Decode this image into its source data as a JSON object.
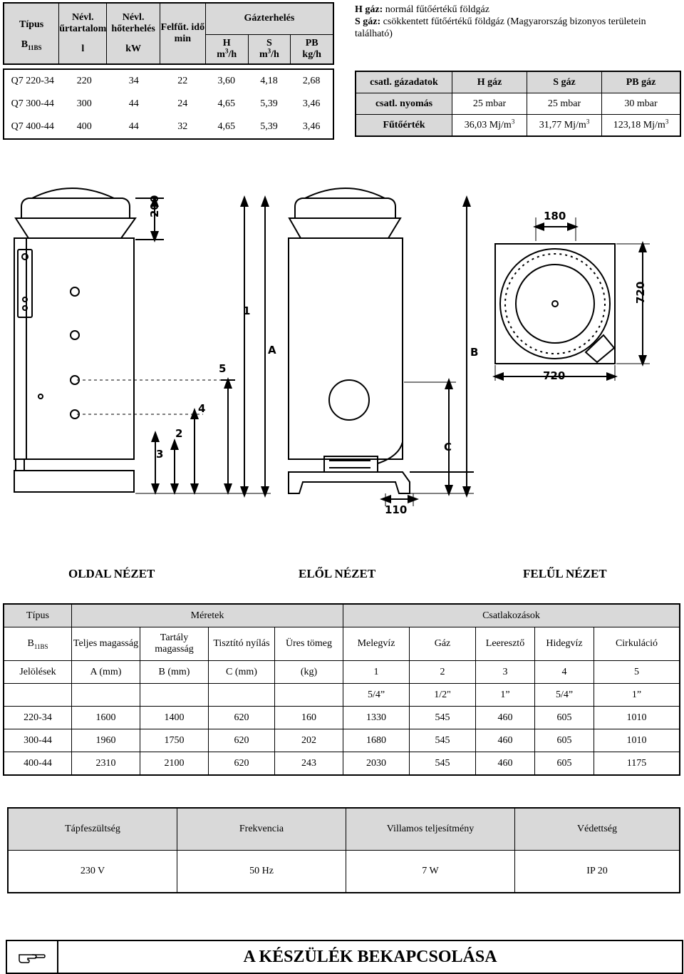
{
  "boiler_table": {
    "headers": {
      "type": "Típus",
      "type_sub_main": "B",
      "type_sub_index": "11BS",
      "volume_top": "Névl.",
      "volume_mid": "űrtartalom",
      "volume_unit": "l",
      "heat_top": "Névl.",
      "heat_mid": "hőterhelés",
      "heat_unit": "kW",
      "heatup": "Felfűt. idő",
      "heatup_unit": "min",
      "gas_load": "Gázterhelés",
      "h_col": "H",
      "h_unit": "m",
      "h_unit_tail": "/h",
      "s_col": "S",
      "s_unit": "m",
      "s_unit_tail": "/h",
      "pb_col": "PB",
      "pb_unit": "kg/h",
      "cube": "3"
    },
    "rows": [
      {
        "type": "Q7 220-34",
        "volume": "220",
        "heat": "34",
        "time": "22",
        "h": "3,60",
        "s": "4,18",
        "pb": "2,68"
      },
      {
        "type": "Q7 300-44",
        "volume": "300",
        "heat": "44",
        "time": "24",
        "h": "4,65",
        "s": "5,39",
        "pb": "3,46"
      },
      {
        "type": "Q7 400-44",
        "volume": "400",
        "heat": "44",
        "time": "32",
        "h": "4,65",
        "s": "5,39",
        "pb": "3,46"
      }
    ]
  },
  "gas_description": {
    "h_label": "H gáz:",
    "h_text": "normál fűtőértékű földgáz",
    "s_label": "S gáz:",
    "s_text": "csökkentett fűtőértékű földgáz (Magyarország bizonyos területein található)"
  },
  "gas_table": {
    "header": [
      "csatl. gázadatok",
      "H gáz",
      "S gáz",
      "PB gáz"
    ],
    "pressure_label": "csatl. nyomás",
    "pressure": [
      "25 mbar",
      "25 mbar",
      "30 mbar"
    ],
    "heating_label": "Fűtőérték",
    "heating": [
      "36,03 Mj/m",
      "31,77 Mj/m",
      "123,18 Mj/m"
    ],
    "cube": "3"
  },
  "drawing": {
    "dims": {
      "d200": "200",
      "d180": "180",
      "d720_side": "720",
      "d720_bottom": "720",
      "d110": "110",
      "n1": "1",
      "n2": "2",
      "n3": "3",
      "n4": "4",
      "n5": "5",
      "lA": "A",
      "lB": "B",
      "lC": "C"
    },
    "views": {
      "side": "OLDAL NÉZET",
      "front": "ELŐL NÉZET",
      "top": "FELŰL NÉZET"
    }
  },
  "dimension_table": {
    "type": "Típus",
    "dimensions": "Méretek",
    "connections": "Csatlakozások",
    "type_sub_main": "B",
    "type_sub_index": "11BS",
    "col_full_height": "Teljes magasság",
    "col_tank_height": "Tartály magasság",
    "col_clean": "Tisztító nyílás",
    "col_weight": "Üres tömeg",
    "col_hot": "Melegvíz",
    "col_gas": "Gáz",
    "col_drain": "Leeresztő",
    "col_cold": "Hidegvíz",
    "col_circ": "Cirkuláció",
    "marks_label": "Jelölések",
    "marks": [
      "A (mm)",
      "B (mm)",
      "C (mm)",
      "(kg)",
      "1",
      "2",
      "3",
      "4",
      "5"
    ],
    "sizes": [
      "5/4”",
      "1/2\"",
      "1”",
      "5/4”",
      "1”"
    ],
    "rows": [
      {
        "type": "220-34",
        "values": [
          "1600",
          "1400",
          "620",
          "160",
          "1330",
          "545",
          "460",
          "605",
          "1010"
        ]
      },
      {
        "type": "300-44",
        "values": [
          "1960",
          "1750",
          "620",
          "202",
          "1680",
          "545",
          "460",
          "605",
          "1010"
        ]
      },
      {
        "type": "400-44",
        "values": [
          "2310",
          "2100",
          "620",
          "243",
          "2030",
          "545",
          "460",
          "605",
          "1175"
        ]
      }
    ]
  },
  "electrical_table": {
    "headers": [
      "Tápfeszültség",
      "Frekvencia",
      "Villamos teljesítmény",
      "Védettség"
    ],
    "values": [
      "230 V",
      "50 Hz",
      "7 W",
      "IP 20"
    ]
  },
  "footer": {
    "icon": "pointing-hand-icon",
    "title": "A KÉSZÜLÉK BEKAPCSOLÁSA"
  }
}
